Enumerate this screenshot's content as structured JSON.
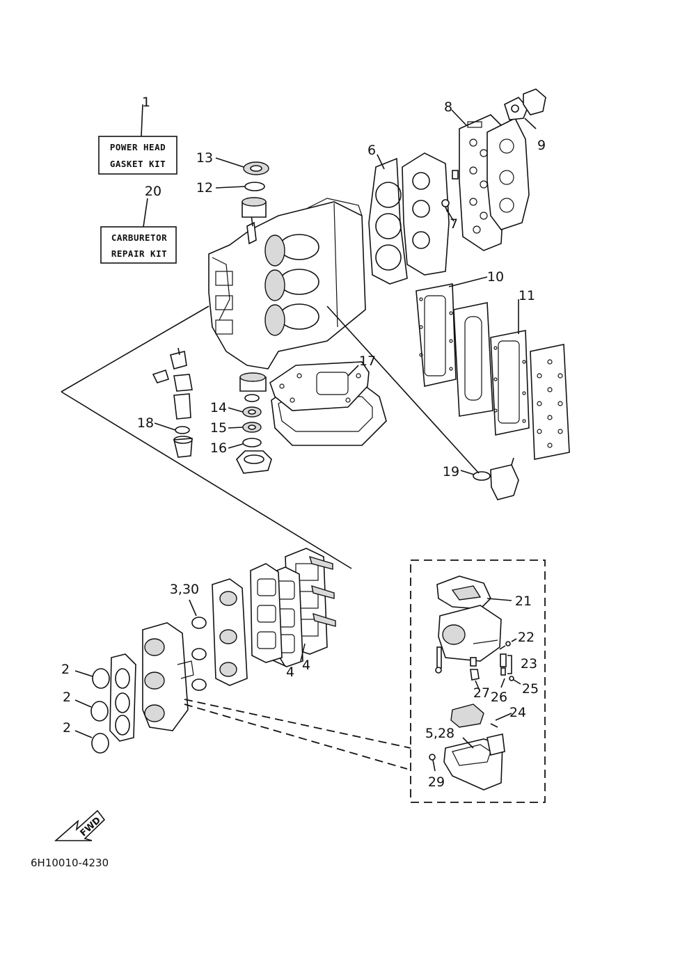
{
  "kits": [
    {
      "callout": "1",
      "lines": [
        "POWER HEAD",
        "GASKET KIT"
      ]
    },
    {
      "callout": "20",
      "lines": [
        "CARBURETOR",
        "REPAIR KIT"
      ]
    }
  ],
  "callouts": {
    "c2a": "2",
    "c2b": "2",
    "c2c": "2",
    "c330": "3,30",
    "c4a": "4",
    "c4b": "4",
    "c528": "5,28",
    "c6": "6",
    "c7": "7",
    "c8": "8",
    "c9": "9",
    "c10": "10",
    "c11": "11",
    "c12": "12",
    "c13": "13",
    "c14": "14",
    "c15": "15",
    "c16": "16",
    "c17": "17",
    "c18": "18",
    "c19": "19",
    "c21": "21",
    "c22": "22",
    "c23": "23",
    "c24": "24",
    "c25": "25",
    "c26": "26",
    "c27": "27",
    "c29": "29"
  },
  "forward_label": "FWD",
  "drawing_code": "6H10010-4230"
}
